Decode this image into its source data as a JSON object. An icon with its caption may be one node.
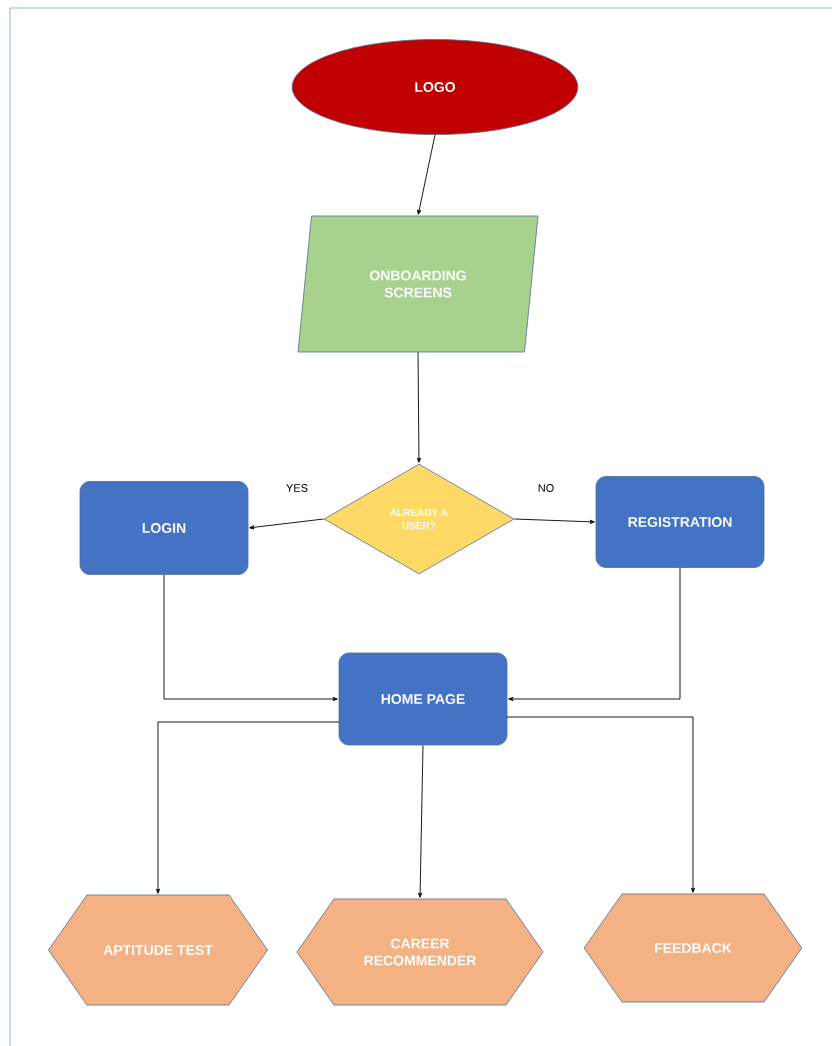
{
  "diagram": {
    "nodes": [
      {
        "text": [
          "LOGO"
        ]
      },
      {
        "text": [
          "ONBOARDING SCREENS"
        ]
      },
      {
        "text": [
          "ALREADY A USER?"
        ]
      },
      {
        "text": [
          "LOGIN"
        ]
      },
      {
        "text": [
          "REGISTRATION"
        ]
      },
      {
        "text": [
          "HOME PAGE"
        ]
      },
      {
        "text": [
          "APTITUDE TEST"
        ]
      },
      {
        "text": [
          "CAREER RECOMMENDER"
        ]
      },
      {
        "text": [
          "FEEDBACK"
        ]
      }
    ],
    "edges": [
      {
        "from": 0,
        "to": 1,
        "arrow": "to"
      },
      {
        "from": 1,
        "to": 2,
        "arrow": "to"
      },
      {
        "from": 2,
        "to": 3,
        "arrow": "to",
        "label": "YES"
      },
      {
        "from": 2,
        "to": 4,
        "arrow": "to",
        "label": "NO"
      },
      {
        "from": 3,
        "to": 5,
        "arrow": "to"
      },
      {
        "from": 4,
        "to": 5,
        "arrow": "to"
      },
      {
        "from": 5,
        "to": 6,
        "arrow": "to"
      },
      {
        "from": 5,
        "to": 7,
        "arrow": "to"
      },
      {
        "from": 5,
        "to": 8,
        "arrow": "to"
      }
    ]
  }
}
